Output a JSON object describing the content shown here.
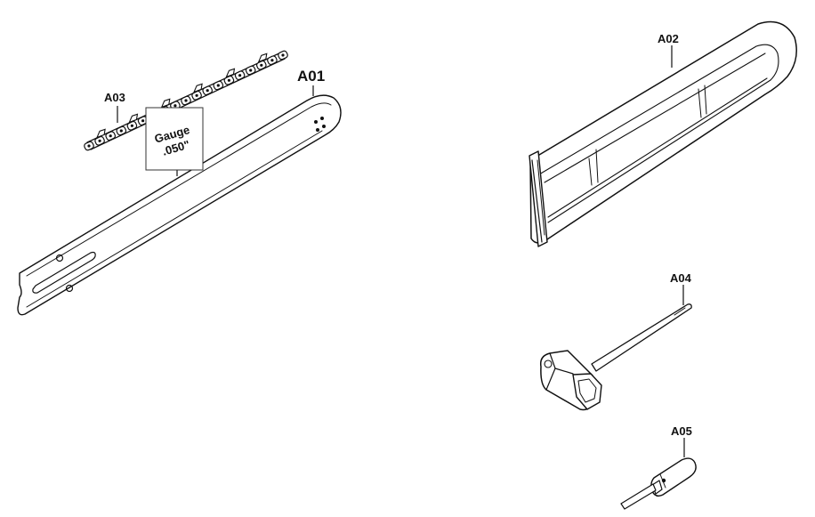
{
  "parts": {
    "bar": {
      "label": "A01"
    },
    "cover": {
      "label": "A02"
    },
    "chain": {
      "label": "A03"
    },
    "wrench": {
      "label": "A04"
    },
    "screwdriver": {
      "label": "A05"
    }
  },
  "gauge_tag": {
    "line1": "Gauge",
    "line2": ".050\""
  }
}
